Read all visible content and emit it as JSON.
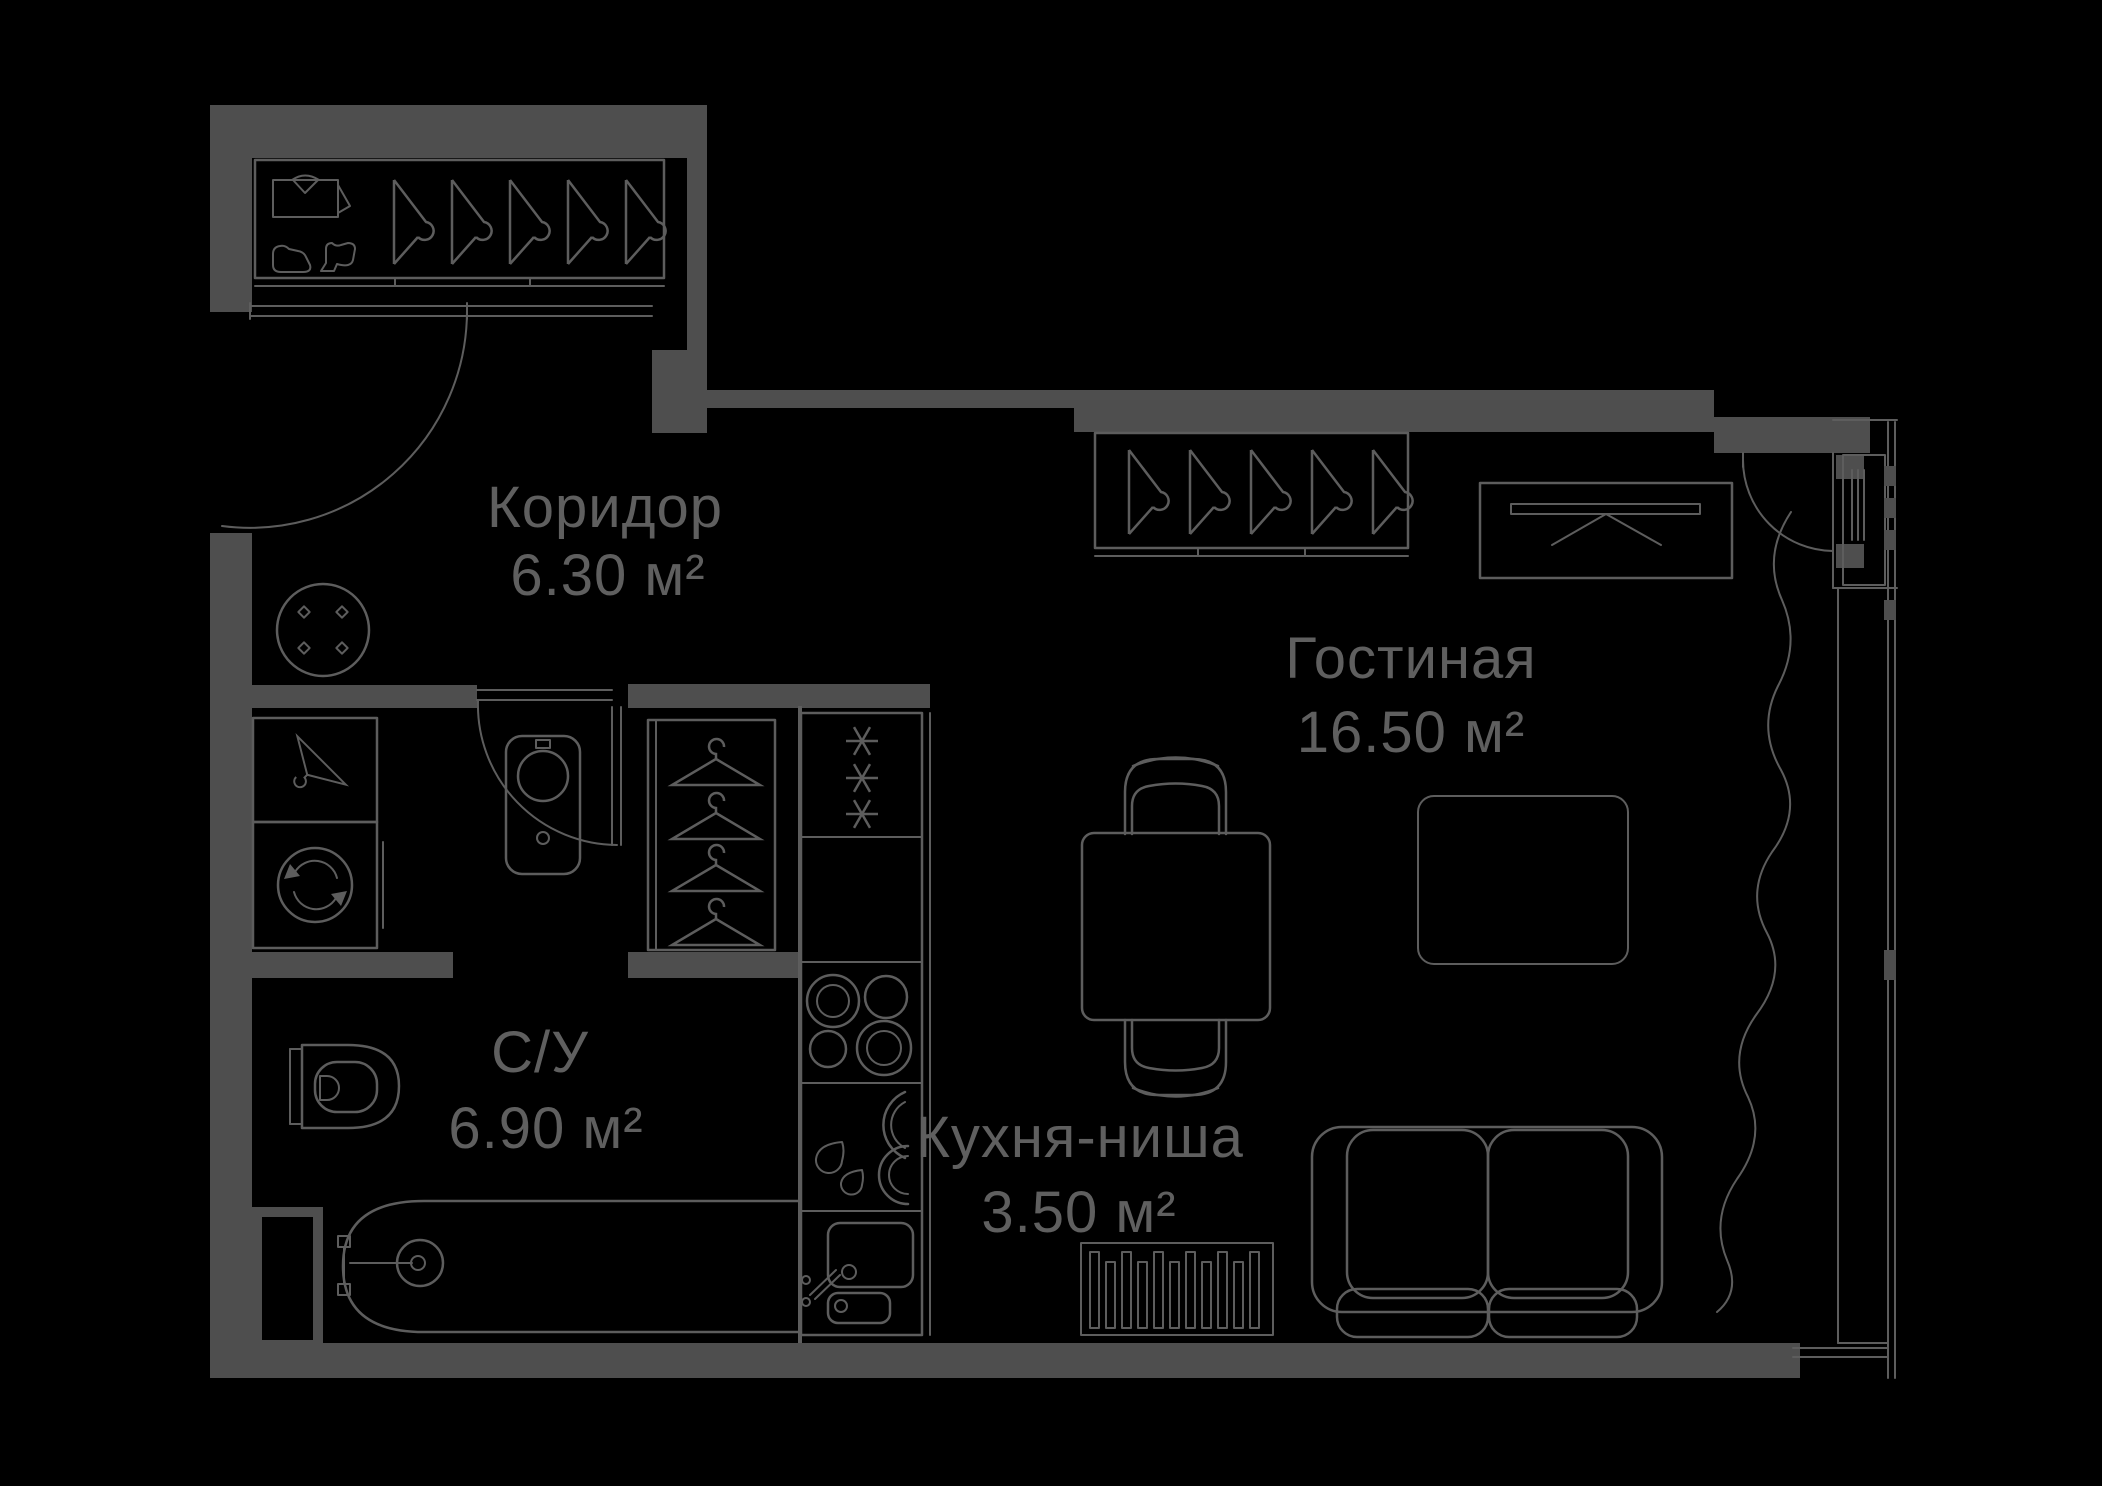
{
  "title": "Studio apartment floor plan",
  "colors": {
    "background": "#000000",
    "wall": "#4e4e4e",
    "line": "#5d5d5d",
    "text": "#5f5f5f"
  },
  "rooms": [
    {
      "id": "koridor",
      "name": "Коридор",
      "area": "6.30 м²"
    },
    {
      "id": "gostinaya",
      "name": "Гостиная",
      "area": "16.50 м²"
    },
    {
      "id": "su",
      "name": "С/У",
      "area": "6.90 м²"
    },
    {
      "id": "kukhnya",
      "name": "Кухня-ниша",
      "area": "3.50 м²"
    }
  ],
  "furniture_icons": [
    "shirt-icon",
    "boots-icon",
    "hanger-icon",
    "door-swing-icon",
    "round-table-icon",
    "washing-machine-icon",
    "washbasin-icon",
    "toilet-icon",
    "bathtub-icon",
    "shower-icon",
    "duct-shaft-icon",
    "fridge-snowflakes-icon",
    "stove-burners-icon",
    "dishes-drops-icon",
    "kitchen-sink-icon",
    "dining-table-icon",
    "chair-icon",
    "rug-icon",
    "tv-console-icon",
    "sofa-icon",
    "radiator-icon",
    "curtain-icon",
    "balcony-door-icon",
    "window-icon"
  ]
}
